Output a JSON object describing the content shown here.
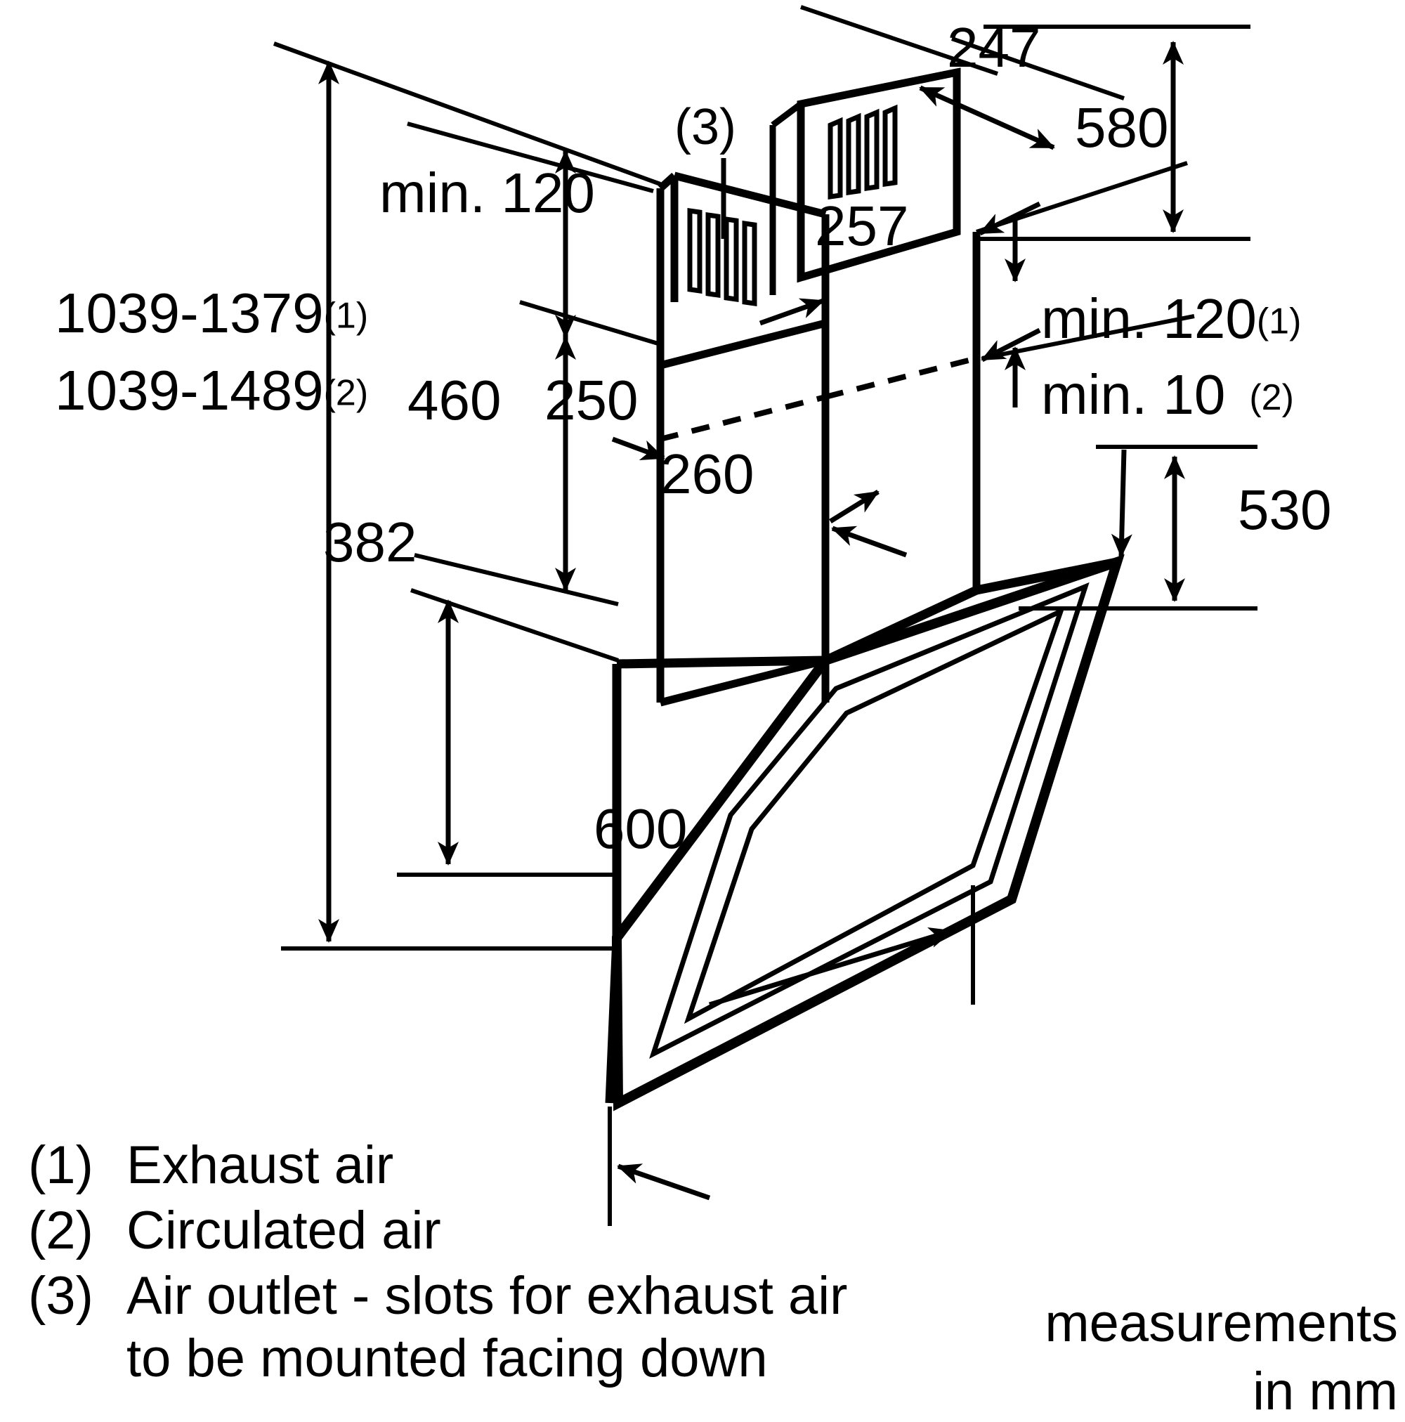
{
  "diagram": {
    "title": "Cooker hood installation dimension drawing",
    "units_note_line1": "measurements",
    "units_note_line2": "in mm",
    "product": "angled / inclined wall-mounted extractor hood"
  },
  "dimensions": {
    "total_height_exhaust": "1039-1379",
    "total_height_exhaust_ref": "(1)",
    "total_height_circulated": "1039-1489",
    "total_height_circulated_ref": "(2)",
    "chimney_top_depth": "247",
    "chimney_total_height": "580",
    "chimney_upper_width": "257",
    "min_clearance_top": "min. 120",
    "chimney_lower_height": "460",
    "chimney_lower_width": "250",
    "body_depth": "260",
    "body_height": "382",
    "body_front_height": "530",
    "body_width": "600",
    "min_rear_exhaust": "min. 120",
    "min_rear_exhaust_ref": "(1)",
    "min_rear_circulated": "min. 10",
    "min_rear_circulated_ref": "(2)"
  },
  "callouts": {
    "air_outlet_marker": "(3)"
  },
  "legend": [
    {
      "marker": "(1)",
      "text": "Exhaust air"
    },
    {
      "marker": "(2)",
      "text": "Circulated air"
    },
    {
      "marker": "(3)",
      "text": "Air outlet - slots for exhaust air"
    },
    {
      "marker": "",
      "text": "to be mounted facing down"
    }
  ],
  "colors": {
    "line": "#000000",
    "background": "#ffffff"
  }
}
